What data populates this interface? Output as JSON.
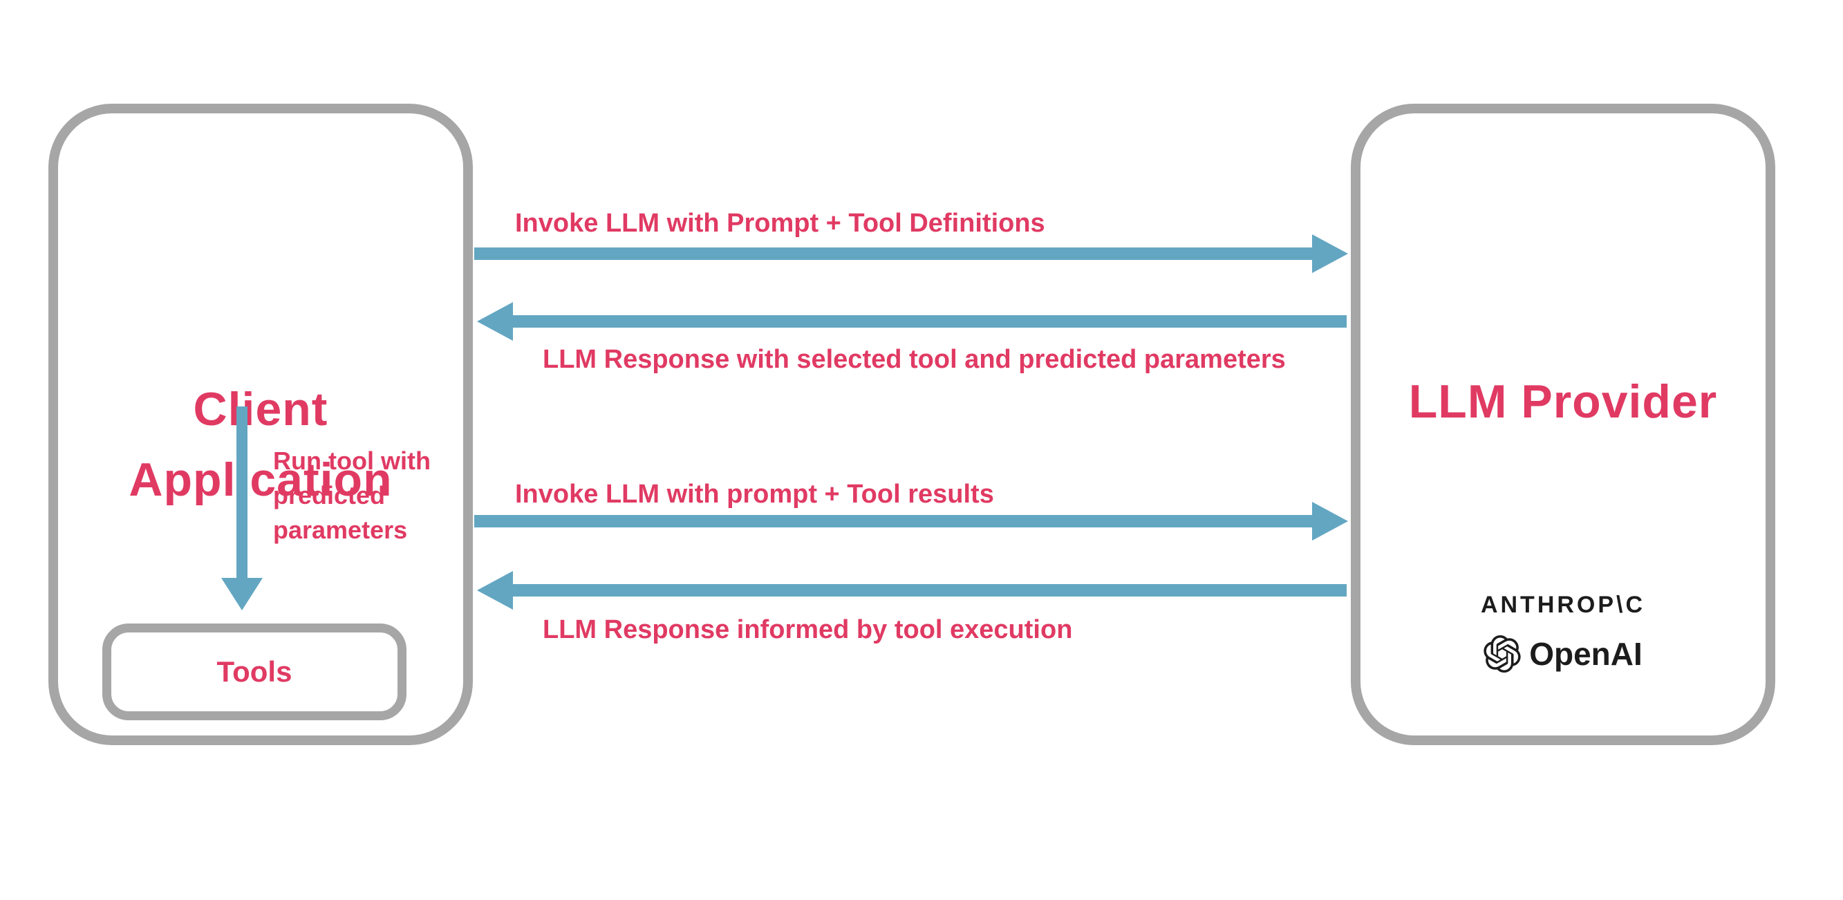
{
  "diagram": {
    "client_box": {
      "title": "Client Application",
      "run_tool_label": "Run tool with predicted parameters",
      "tools_label": "Tools"
    },
    "provider_box": {
      "title": "LLM Provider",
      "providers": [
        {
          "name": "ANTHROP\\C",
          "icon": "anthropic-wordmark"
        },
        {
          "name": "OpenAI",
          "icon": "openai-logo-icon"
        }
      ]
    },
    "messages": [
      {
        "label": "Invoke LLM with Prompt + Tool Definitions",
        "direction": "right",
        "from": "Client Application",
        "to": "LLM Provider"
      },
      {
        "label": "LLM Response with selected tool and predicted parameters",
        "direction": "left",
        "from": "LLM Provider",
        "to": "Client Application"
      },
      {
        "label": "Invoke LLM with prompt + Tool results",
        "direction": "right",
        "from": "Client Application",
        "to": "LLM Provider"
      },
      {
        "label": "LLM Response informed by tool execution",
        "direction": "left",
        "from": "LLM Provider",
        "to": "Client Application"
      }
    ],
    "colors": {
      "accent_pink": "#e03a63",
      "arrow_blue": "#63a6c2",
      "border_gray": "#a6a6a6",
      "logo_dark": "#1c1c1c"
    }
  }
}
